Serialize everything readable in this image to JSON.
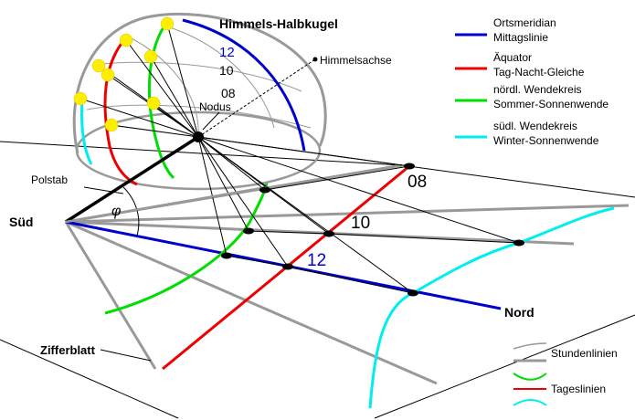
{
  "diagram": {
    "labels": {
      "hemisphere": "Himmels-Halbkugel",
      "axis": "Himmelsachse",
      "nodus": "Nodus",
      "polstab": "Polstab",
      "sued": "Süd",
      "nord": "Nord",
      "zifferblatt": "Zifferblatt",
      "phi": "φ"
    },
    "hour_labels_sphere": {
      "h12": "12",
      "h10": "10",
      "h08": "08"
    },
    "hour_labels_plane": {
      "h08": "08",
      "h10": "10",
      "h12": "12"
    },
    "legend": {
      "meridian_1": "Ortsmeridian",
      "meridian_2": "Mittagslinie",
      "equator_1": "Äquator",
      "equator_2": "Tag-Nacht-Gleiche",
      "summer_1": "nördl. Wendekreis",
      "summer_2": "Sommer-Sonnenwende",
      "winter_1": "südl. Wendekreis",
      "winter_2": "Winter-Sonnenwende",
      "hourlines": "Stundenlinien",
      "daylines": "Tageslinien"
    },
    "colors": {
      "meridian": "#0000cc",
      "equator": "#ee0000",
      "summer": "#00dd00",
      "winter": "#00eeee",
      "hourline": "#999999",
      "sun": "#ffee00"
    }
  }
}
